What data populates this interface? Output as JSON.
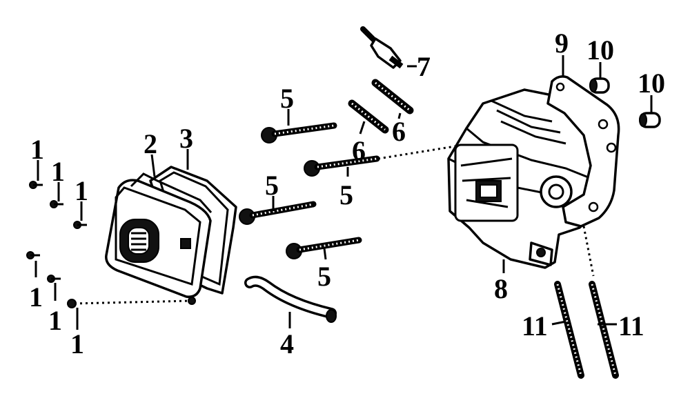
{
  "diagram": {
    "callouts": {
      "c1a": "1",
      "c1b": "1",
      "c1c": "1",
      "c1d": "1",
      "c1e": "1",
      "c1f": "1",
      "c2": "2",
      "c3": "3",
      "c4": "4",
      "c5a": "5",
      "c5b": "5",
      "c5c": "5",
      "c5d": "5",
      "c6a": "6",
      "c6b": "6",
      "c7": "7",
      "c8": "8",
      "c9": "9",
      "c10a": "10",
      "c10b": "10",
      "c11a": "11",
      "c11b": "11"
    }
  }
}
